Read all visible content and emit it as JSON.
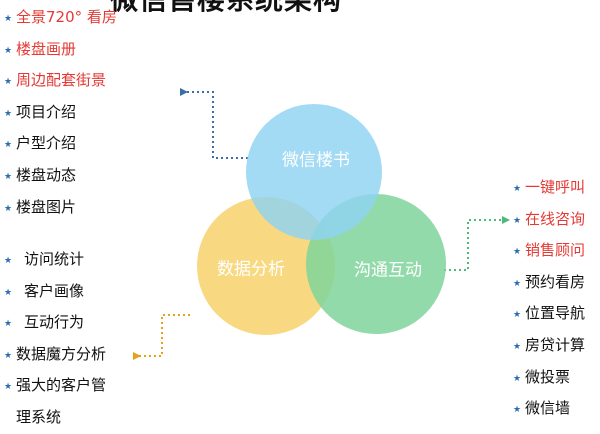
{
  "title": "微信售楼系统架构",
  "colors": {
    "blue": "#8fd3f2",
    "yellow": "#f8d77a",
    "green": "#7fd39b",
    "accent_red": "#e53935",
    "bullet": "#2b6cb0"
  },
  "circles": {
    "top": "微信楼书",
    "left": "数据分析",
    "right": "沟通互动"
  },
  "left_top_list": [
    {
      "label": "全景720°  看房",
      "color": "red"
    },
    {
      "label": "楼盘画册",
      "color": "red"
    },
    {
      "label": "周边配套街景",
      "color": "red"
    },
    {
      "label": "项目介绍",
      "color": "black"
    },
    {
      "label": "户型介绍",
      "color": "black"
    },
    {
      "label": "楼盘动态",
      "color": "black"
    },
    {
      "label": "楼盘图片",
      "color": "black"
    }
  ],
  "left_bottom_list": [
    {
      "label": "访问统计"
    },
    {
      "label": "客户画像"
    },
    {
      "label": "互动行为"
    },
    {
      "label": "数据魔方分析"
    },
    {
      "label": "强大的客户管"
    },
    {
      "label": "理系统"
    }
  ],
  "right_list": [
    {
      "label": "一键呼叫",
      "color": "red"
    },
    {
      "label": "在线咨询",
      "color": "red"
    },
    {
      "label": "销售顾问",
      "color": "red"
    },
    {
      "label": "预约看房",
      "color": "black"
    },
    {
      "label": "位置导航",
      "color": "black"
    },
    {
      "label": "房贷计算",
      "color": "black"
    },
    {
      "label": "微投票",
      "color": "black"
    },
    {
      "label": "微信墙",
      "color": "black"
    }
  ]
}
